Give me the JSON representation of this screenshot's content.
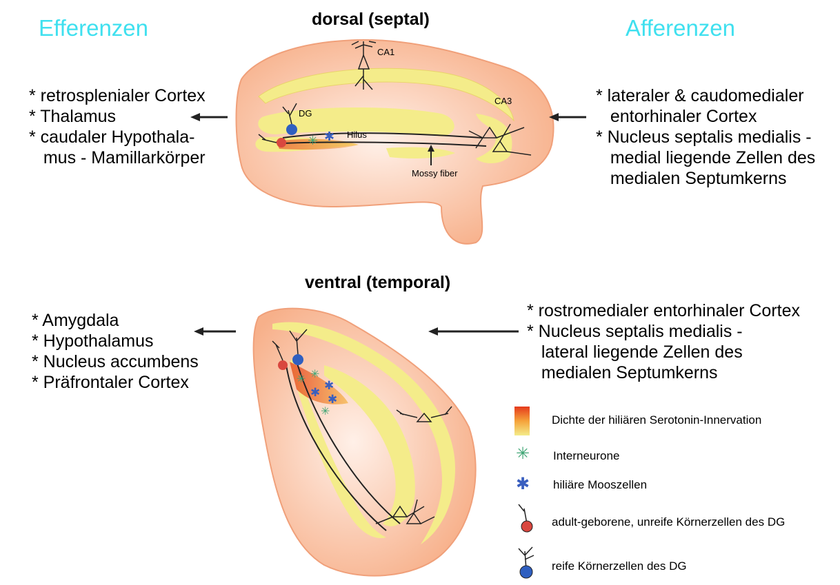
{
  "headers": {
    "efferent": "Efferenzen",
    "afferent": "Afferenzen"
  },
  "dorsal": {
    "title": "dorsal (septal)",
    "efferents": [
      "* retrosplenialer Cortex",
      "* Thalamus",
      "* caudaler Hypothala-",
      "   mus - Mamillarkörper"
    ],
    "afferents": [
      "* lateraler & caudomedialer",
      "   entorhinaler Cortex",
      "* Nucleus septalis medialis -",
      "   medial liegende Zellen des",
      "   medialen Septumkerns"
    ],
    "labels": {
      "ca1": "CA1",
      "ca3": "CA3",
      "dg": "DG",
      "hilus": "Hilus",
      "mossy": "Mossy fiber"
    }
  },
  "ventral": {
    "title": "ventral (temporal)",
    "efferents": [
      "* Amygdala",
      "* Hypothalamus",
      "* Nucleus accumbens",
      "* Präfrontaler Cortex"
    ],
    "afferents": [
      "* rostromedialer entorhinaler Cortex",
      "* Nucleus septalis medialis -",
      "   lateral liegende Zellen des",
      "   medialen Septumkerns"
    ]
  },
  "legend": [
    {
      "icon": "gradient-swatch-icon",
      "label": "Dichte der hiliären Serotonin-Innervation"
    },
    {
      "icon": "interneuron-icon",
      "label": "Interneurone"
    },
    {
      "icon": "mossy-cell-icon",
      "label": "hiliäre Mooszellen"
    },
    {
      "icon": "immature-granule-cell-icon",
      "label": "adult-geborene, unreife Körnerzellen des DG"
    },
    {
      "icon": "mature-granule-cell-icon",
      "label": "reife Körnerzellen des DG"
    }
  ],
  "colors": {
    "tissue": "#f7b996",
    "layer": "#f4ec8a",
    "innervation_red": "#e53a1c",
    "interneuron": "#7bd6a6",
    "mossy": "#3a5fbf",
    "immature": "#d9473f",
    "mature": "#2f5fc0",
    "heading": "#3fe0ef"
  }
}
